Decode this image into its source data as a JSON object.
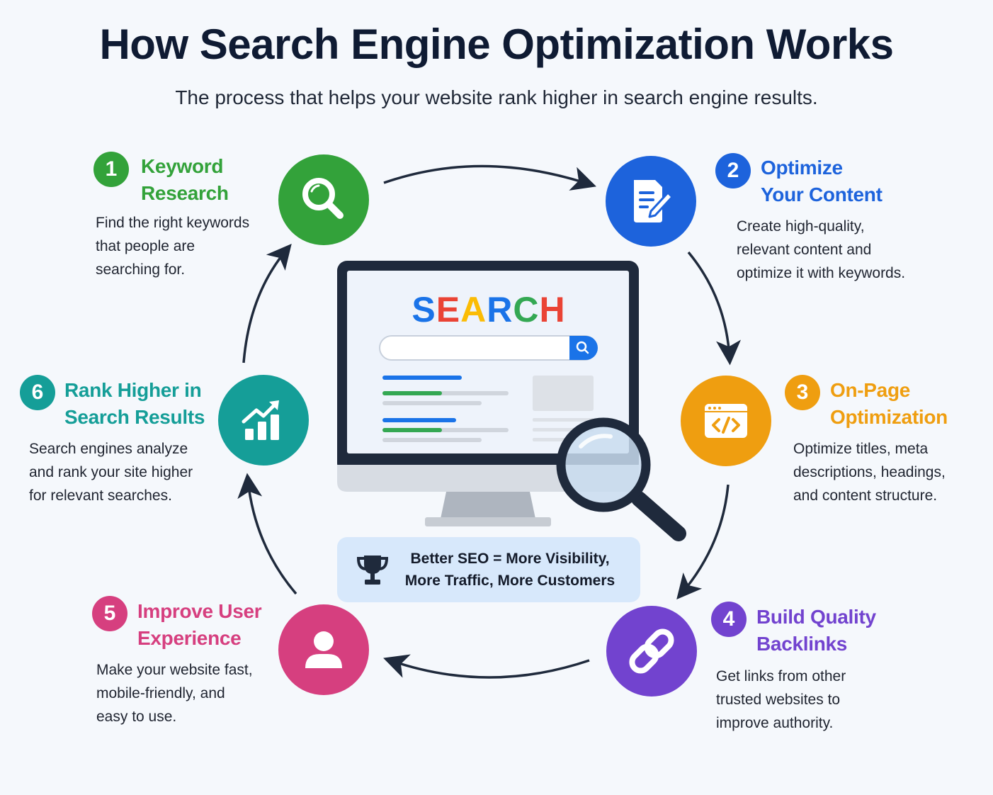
{
  "title": "How Search Engine Optimization Works",
  "subtitle": "The process that helps your website rank higher in search engine results.",
  "search_word": [
    "S",
    "E",
    "A",
    "R",
    "C",
    "H"
  ],
  "search_word_colors": [
    "#1a73e8",
    "#ea4335",
    "#fbbc05",
    "#1a73e8",
    "#34a853",
    "#ea4335"
  ],
  "banner": {
    "line1": "Better SEO = More Visibility,",
    "line2": "More Traffic, More Customers"
  },
  "steps": [
    {
      "number": "1",
      "title_line1": "Keyword",
      "title_line2": "Research",
      "desc": [
        "Find the right keywords",
        "that people are",
        "searching for."
      ],
      "color": "#33a23a",
      "icon": "magnifier-icon"
    },
    {
      "number": "2",
      "title_line1": "Optimize",
      "title_line2": "Your Content",
      "desc": [
        "Create high-quality,",
        "relevant content and",
        "optimize it with keywords."
      ],
      "color": "#1d63dc",
      "icon": "document-pencil-icon"
    },
    {
      "number": "3",
      "title_line1": "On-Page",
      "title_line2": "Optimization",
      "desc": [
        "Optimize titles, meta",
        "descriptions, headings,",
        "and content structure."
      ],
      "color": "#ef9e10",
      "icon": "code-window-icon"
    },
    {
      "number": "4",
      "title_line1": "Build Quality",
      "title_line2": "Backlinks",
      "desc": [
        "Get links from other",
        "trusted websites to",
        "improve authority."
      ],
      "color": "#7243cf",
      "icon": "chain-link-icon"
    },
    {
      "number": "5",
      "title_line1": "Improve User",
      "title_line2": "Experience",
      "desc": [
        "Make your website fast,",
        "mobile-friendly, and",
        "easy to use."
      ],
      "color": "#d63f7f",
      "icon": "user-icon"
    },
    {
      "number": "6",
      "title_line1": "Rank Higher in",
      "title_line2": "Search Results",
      "desc": [
        "Search engines analyze",
        "and rank your site higher",
        "for relevant searches."
      ],
      "color": "#159e98",
      "icon": "growth-chart-icon"
    }
  ],
  "colors": {
    "title": "#0f1b33",
    "monitor_frame": "#1f2a3c",
    "banner_bg": "#d7e8fb"
  }
}
